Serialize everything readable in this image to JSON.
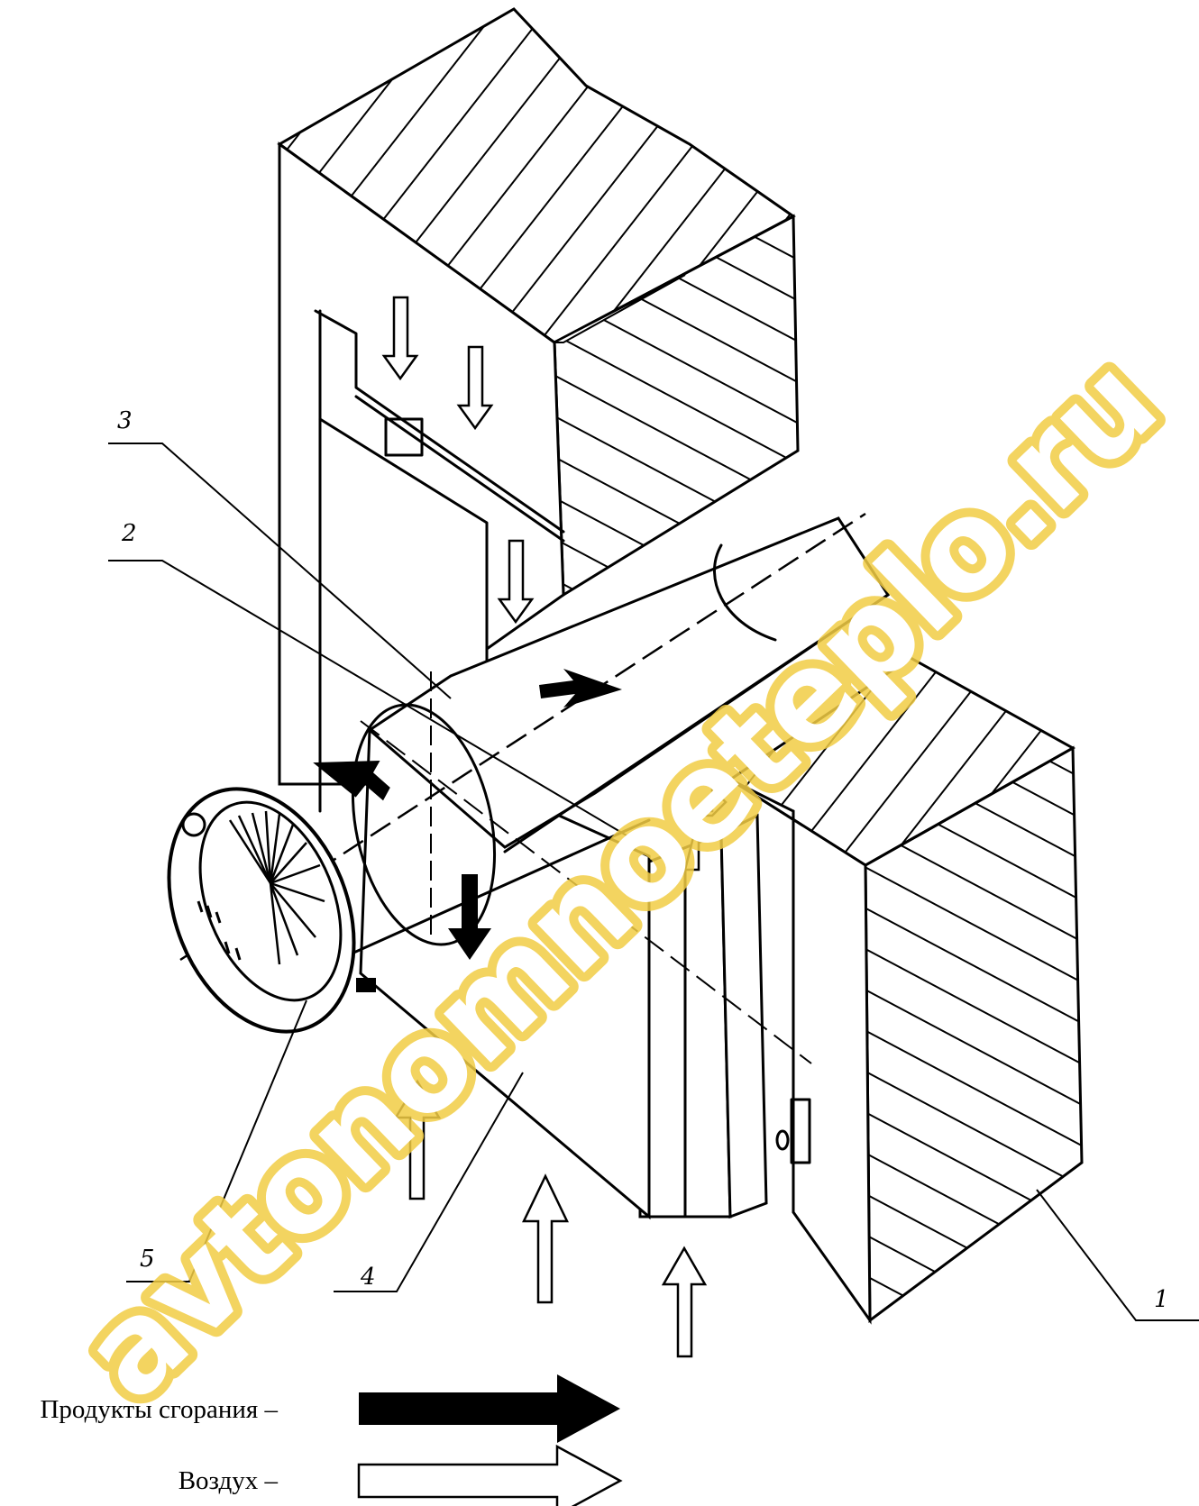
{
  "callouts": [
    {
      "id": "1",
      "label": "1"
    },
    {
      "id": "2",
      "label": "2"
    },
    {
      "id": "3",
      "label": "3"
    },
    {
      "id": "4",
      "label": "4"
    },
    {
      "id": "5",
      "label": "5"
    }
  ],
  "legend": {
    "combustion_label": "Продукты сгорания –",
    "air_label": "Воздух –"
  },
  "watermark": {
    "text": "avtonomnoeteplo.ru",
    "color": "#f2cd45"
  },
  "colors": {
    "line": "#000000",
    "background": "#ffffff"
  }
}
